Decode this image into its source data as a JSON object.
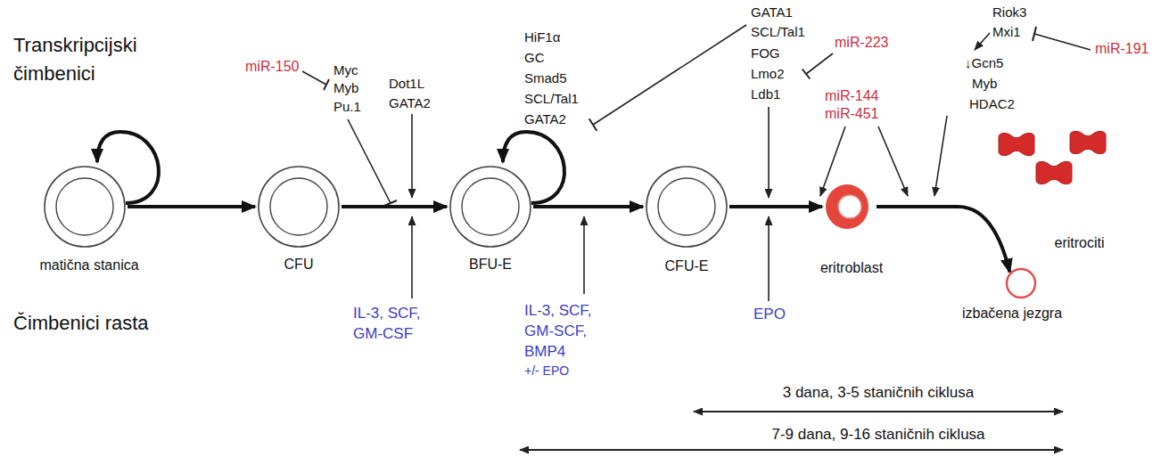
{
  "diagram": {
    "nodes": [
      {
        "text": [
          "matična stanica"
        ]
      },
      {
        "text": [
          "CFU"
        ]
      },
      {
        "text": [
          "BFU-E"
        ]
      },
      {
        "text": [
          "CFU-E"
        ]
      },
      {
        "text": [
          "eritroblast"
        ]
      },
      {
        "text": [
          "eritrociti"
        ]
      },
      {
        "text": [
          "izbačena jezgra"
        ]
      }
    ],
    "edges": [
      {
        "from": 0,
        "to": 0,
        "arrow": "to"
      },
      {
        "from": 0,
        "to": 1,
        "arrow": "to"
      },
      {
        "from": 1,
        "to": 2,
        "arrow": "to"
      },
      {
        "from": 2,
        "to": 2,
        "arrow": "to"
      },
      {
        "from": 2,
        "to": 3,
        "arrow": "to"
      },
      {
        "from": 3,
        "to": 4,
        "arrow": "to"
      },
      {
        "from": 4,
        "to": 6,
        "arrow": "to"
      }
    ],
    "labels": [
      "Transkripcijski čimbenici",
      "Čimbenici rasta",
      "miR-150",
      "Myc",
      "Myb",
      "Pu.1",
      "Dot1L",
      "GATA2",
      "IL-3, SCF, GM-CSF",
      "HiF1α",
      "GC",
      "Smad5",
      "SCL/Tal1",
      "GATA2",
      "IL-3, SCF, GM-SCF, BMP4",
      "+/- EPO",
      "GATA1",
      "SCL/Tal1",
      "FOG",
      "Lmo2",
      "Ldb1",
      "miR-223",
      "EPO",
      "miR-144",
      "miR-451",
      "Riok3",
      "Mxi1",
      "miR-191",
      "↓Gcn5",
      "Myb",
      "HDAC2",
      "3 dana, 3-5 staničnih ciklusa",
      "7-9 dana, 9-16 staničnih ciklusa"
    ]
  }
}
